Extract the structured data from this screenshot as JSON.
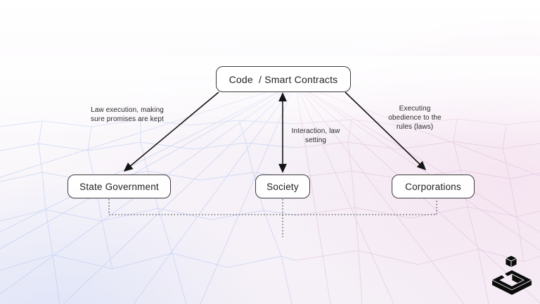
{
  "diagram": {
    "nodes": {
      "code": {
        "label": "Code  / Smart Contracts"
      },
      "state_government": {
        "label": "State Government"
      },
      "society": {
        "label": "Society"
      },
      "corporations": {
        "label": "Corporations"
      }
    },
    "edges": {
      "code_state": {
        "label": "Law execution, making\nsure promises are kept",
        "arrow": "one-way"
      },
      "code_society": {
        "label": "Interaction, law\nsetting",
        "arrow": "two-way"
      },
      "code_corporations": {
        "label": "Executing\nobedience to the\nrules (laws)",
        "arrow": "one-way"
      }
    },
    "connector": {
      "style": "dotted",
      "links": [
        "state_government",
        "society",
        "corporations"
      ]
    }
  },
  "colors": {
    "arrow": "#141414",
    "node_border": "#3d3d3d",
    "node_background": "#ffffff",
    "mesh_blue": "#b5c8f0",
    "mesh_pink": "#dcbbd7",
    "text": "#1f1f1f"
  },
  "branding": {
    "logo": "isometric-cube-logo"
  }
}
